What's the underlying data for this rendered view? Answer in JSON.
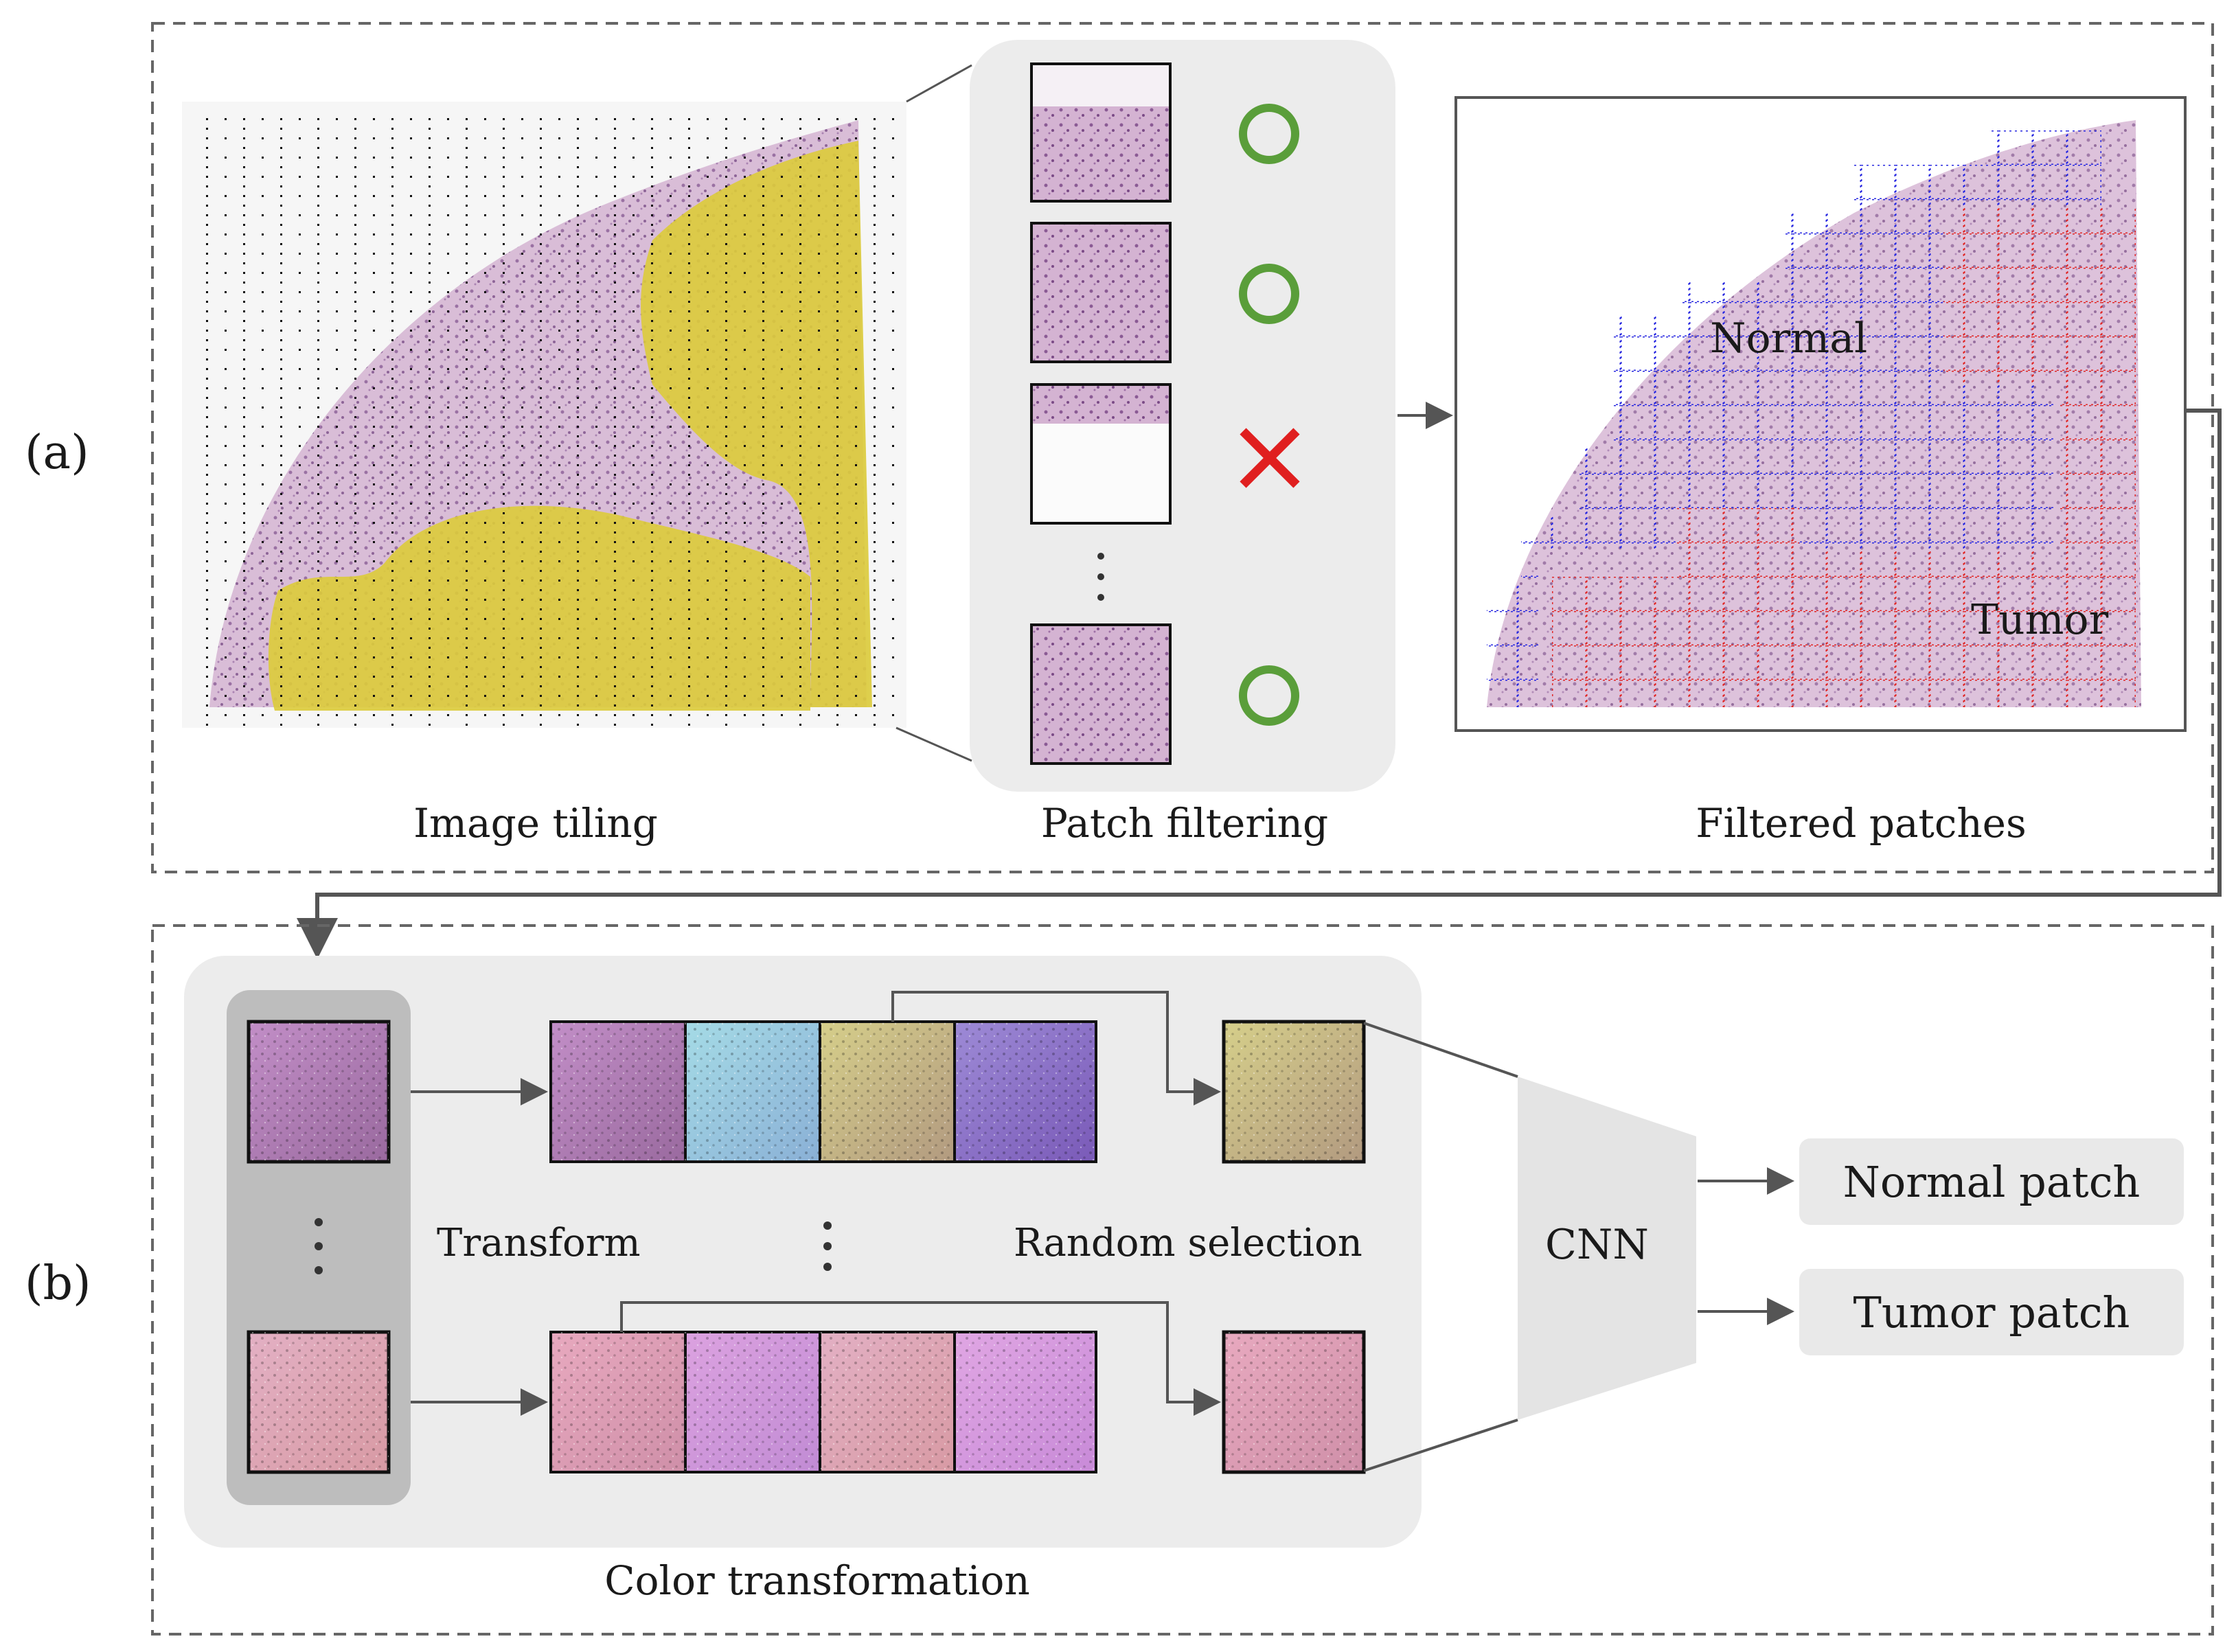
{
  "panels": {
    "a": {
      "label": "(a)",
      "captions": {
        "tiling": "Image tiling",
        "filtering": "Patch filtering",
        "filtered": "Filtered patches"
      },
      "region_labels": {
        "normal": "Normal",
        "tumor": "Tumor"
      },
      "filter_marks": [
        "circle",
        "circle",
        "cross",
        "circle"
      ],
      "mark_colors": {
        "keep": "#5a9e3a",
        "drop": "#e01f1f"
      }
    },
    "b": {
      "label": "(b)",
      "labels": {
        "transform": "Transform",
        "random_selection": "Random selection",
        "cnn": "CNN",
        "color_transformation": "Color transformation"
      },
      "outputs": [
        "Normal patch",
        "Tumor patch"
      ]
    }
  },
  "colors": {
    "tissue": "#d9bfd6",
    "annotation": "#dccb3a",
    "normal_grid": "#2a2ae0",
    "tumor_grid": "#e02a2a",
    "arrow": "#555555",
    "panel_bg": "#efefef"
  },
  "icons": {
    "keep": "check-circle-icon",
    "drop": "cross-icon"
  }
}
